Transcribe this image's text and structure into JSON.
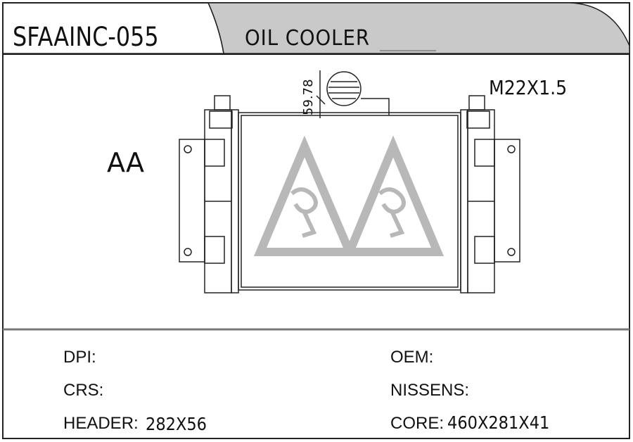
{
  "header": {
    "part_code": "SFAAINC-055",
    "part_type": "OIL COOLER"
  },
  "drawing": {
    "view_label": "AA",
    "thread_spec": "M22X1.5",
    "dimension": "59.78",
    "watermark_icon": "double-triangle-logo"
  },
  "specs": {
    "dpi_label": "DPI:",
    "dpi_value": "",
    "crs_label": "CRS:",
    "crs_value": "",
    "header_label": "HEADER:",
    "header_value": "282X56",
    "oem_label": "OEM:",
    "oem_value": "",
    "nissens_label": "NISSENS:",
    "nissens_value": "",
    "core_label": "CORE:",
    "core_value": "460X281X41"
  },
  "colors": {
    "tab_fill": "#c9c9c9",
    "line": "#222222",
    "watermark": "#b8b8b8"
  }
}
